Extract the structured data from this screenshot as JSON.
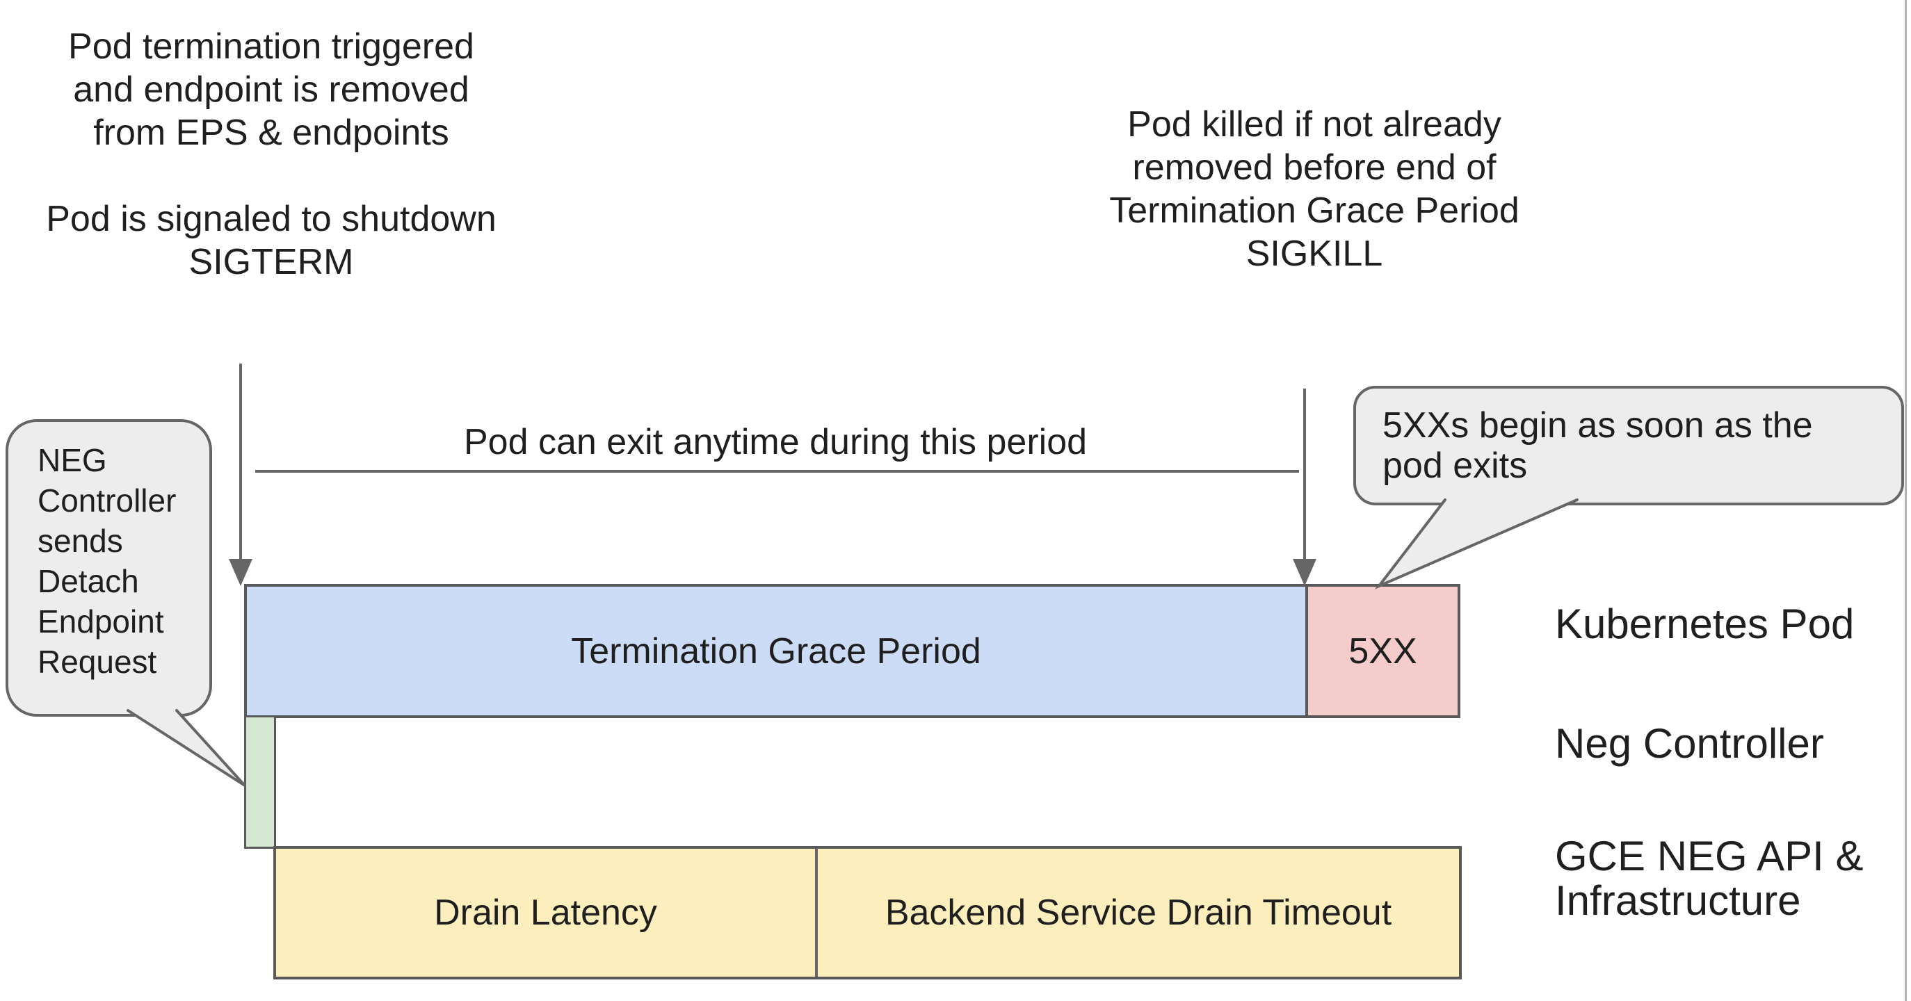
{
  "annotations": {
    "top_left": {
      "lines": [
        "Pod termination triggered",
        "and endpoint is removed",
        "from EPS & endpoints",
        "Pod is signaled to shutdown",
        "SIGTERM"
      ]
    },
    "top_right": {
      "lines": [
        "Pod killed if not already",
        "removed before end of",
        "Termination Grace Period",
        "SIGKILL"
      ]
    },
    "period_note": "Pod can exit anytime during this period"
  },
  "bubbles": {
    "left": {
      "lines": [
        "NEG",
        "Controller",
        "sends",
        "Detach",
        "Endpoint",
        "Request"
      ]
    },
    "right": {
      "lines": [
        "5XXs begin as soon as the",
        "pod exits"
      ]
    }
  },
  "timeline": {
    "kubernetes_pod_row": {
      "grace_period_label": "Termination Grace Period",
      "error_label": "5XX"
    },
    "gce_row": {
      "drain_latency_label": "Drain Latency",
      "backend_drain_label": "Backend Service Drain Timeout"
    }
  },
  "row_labels": {
    "kubernetes_pod": "Kubernetes Pod",
    "neg_controller": "Neg Controller",
    "gce_line1": "GCE NEG API &",
    "gce_line2": "Infrastructure"
  },
  "colors": {
    "grace_blue": "#cddcf6",
    "error_pink": "#f4cccc",
    "detach_green": "#d6e8d4",
    "drain_yellow": "#fceebd",
    "bubble_gray": "#ededed",
    "border_gray": "#595959",
    "line_gray": "#666666"
  }
}
